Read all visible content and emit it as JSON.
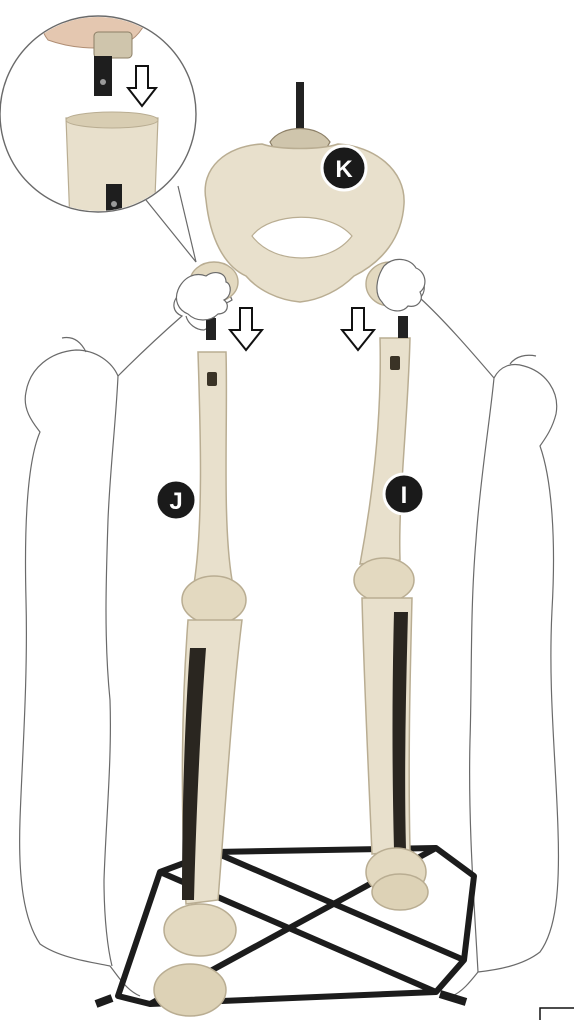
{
  "labels": {
    "pelvis_marker": "K",
    "left_leg_marker": "J",
    "right_leg_marker": "I"
  },
  "colors": {
    "bone": "#e8e0cc",
    "bone_shadow": "#b9ad92",
    "bone_dark": "#8c7f66",
    "outline": "#6a6a6a",
    "badge": "#1a1a1a",
    "stand": "#1c1c1c",
    "connector": "#222222"
  },
  "icons": {
    "arrow": "down-arrow-icon",
    "zoom": "magnifier-callout"
  }
}
